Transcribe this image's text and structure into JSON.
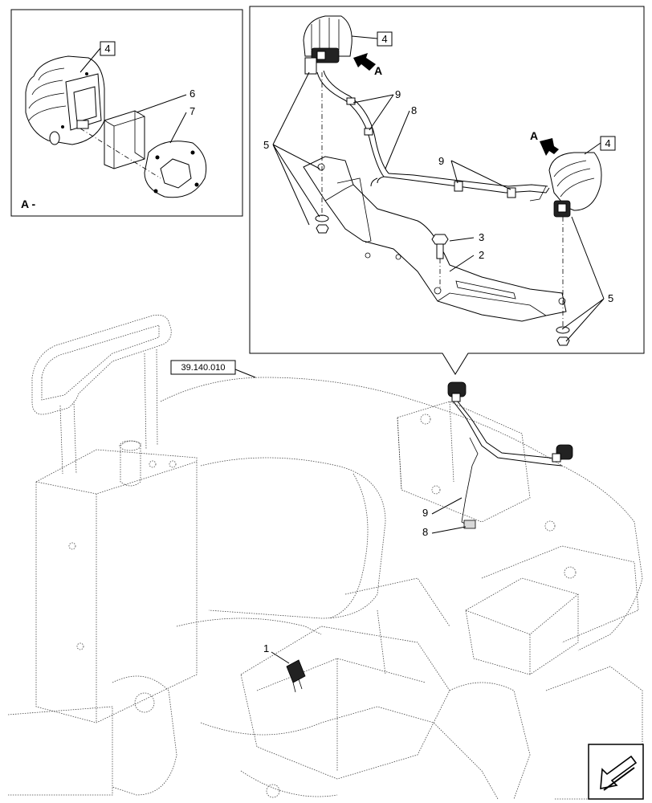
{
  "callouts": {
    "detail_view": {
      "lamp_ref": "4",
      "item_6": "6",
      "item_7": "7",
      "view_label": "A -"
    },
    "assembly_view": {
      "lamp_left_ref": "4",
      "lamp_right_ref": "4",
      "arrow_left_label": "A",
      "arrow_right_label": "A",
      "item_9_top": "9",
      "item_8_top": "8",
      "item_9_mid": "9",
      "item_5_left": "5",
      "item_3": "3",
      "item_2": "2",
      "item_5_right": "5"
    },
    "machine_view": {
      "cross_reference": "39.140.010",
      "item_9": "9",
      "item_8": "8",
      "item_1": "1"
    }
  },
  "icons": {
    "orientation": "orientation-arrow-icon",
    "view_arrow": "view-arrow-icon"
  },
  "colors": {
    "line": "#000000",
    "background": "#ffffff"
  }
}
